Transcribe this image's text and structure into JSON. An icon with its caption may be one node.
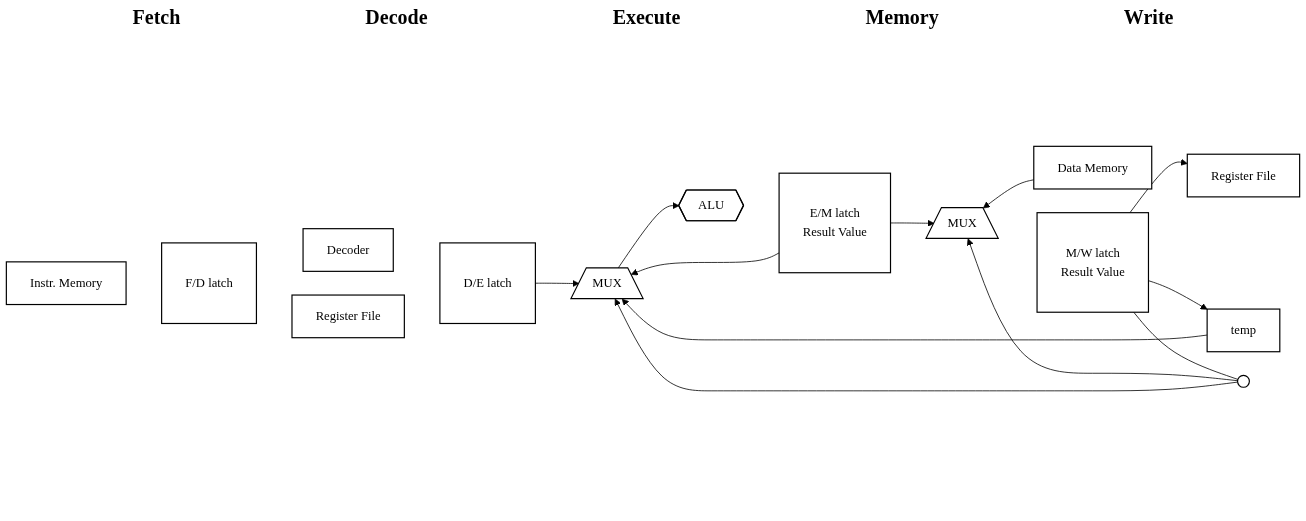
{
  "diagram": {
    "nodes": [
      {
        "text": [
          "Instr. Memory"
        ]
      },
      {
        "text": [
          "F/D latch"
        ]
      },
      {
        "text": [
          "Decoder"
        ]
      },
      {
        "text": [
          "Register File"
        ]
      },
      {
        "text": [
          "D/E latch"
        ]
      },
      {
        "text": [
          "MUX"
        ]
      },
      {
        "text": [
          "ALU"
        ]
      },
      {
        "text": [
          "E/M latch",
          "Result Value"
        ]
      },
      {
        "text": [
          "MUX"
        ]
      },
      {
        "text": [
          "Data Memory"
        ]
      },
      {
        "text": [
          "M/W latch",
          "Result Value"
        ]
      },
      {
        "text": [
          "Register File"
        ]
      },
      {
        "text": [
          "temp"
        ]
      },
      {
        "text": [],
        "shape": "circle"
      }
    ],
    "edges": [
      {
        "from": 4,
        "to": 5,
        "arrow": "to"
      },
      {
        "from": 5,
        "to": 6,
        "arrow": "to"
      },
      {
        "from": 7,
        "to": 8,
        "arrow": "to"
      },
      {
        "from": 7,
        "to": 5,
        "arrow": "to"
      },
      {
        "from": 9,
        "to": 8,
        "arrow": "to"
      },
      {
        "from": 10,
        "to": 11,
        "arrow": "to"
      },
      {
        "from": 10,
        "to": 12,
        "arrow": "to"
      },
      {
        "from": 10,
        "to": 13,
        "arrow": "none"
      },
      {
        "from": 13,
        "to": 8,
        "arrow": "to"
      },
      {
        "from": 13,
        "to": 5,
        "arrow": "to"
      },
      {
        "from": 12,
        "to": 5,
        "arrow": "to"
      }
    ],
    "labels": [
      "Fetch",
      "Decode",
      "Execute",
      "Memory",
      "Write"
    ]
  }
}
